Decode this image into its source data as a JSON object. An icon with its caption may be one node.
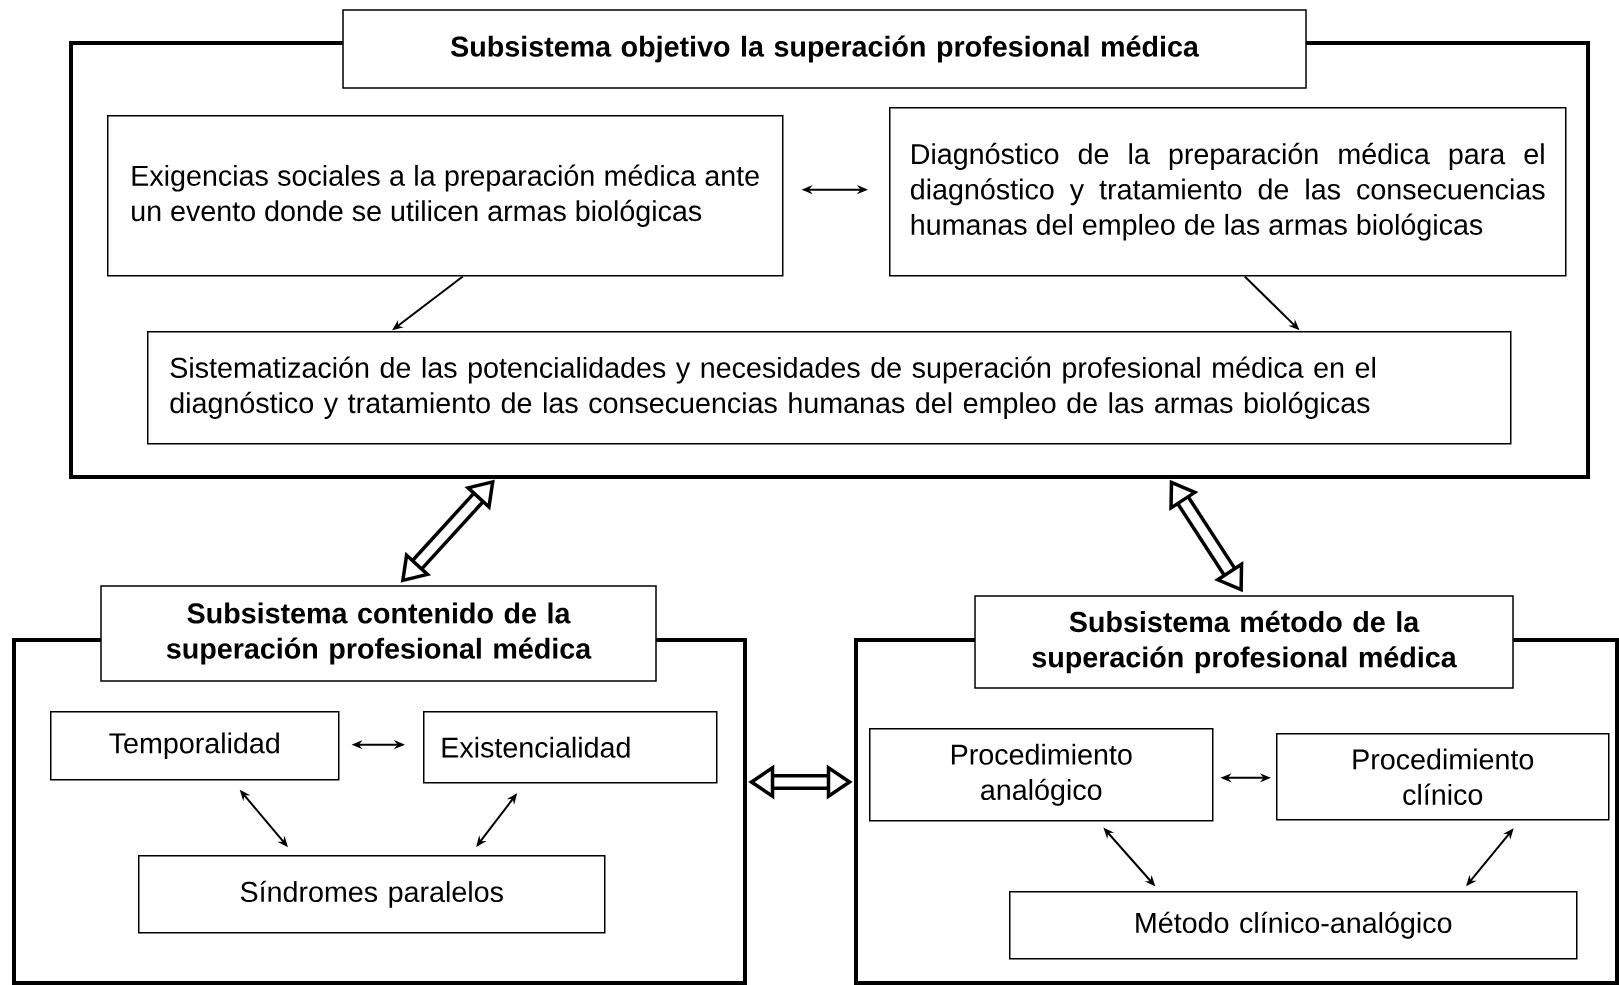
{
  "diagram": {
    "nodes": [
      {
        "text": [
          "Subsistema objetivo la superación profesional médica"
        ]
      },
      {
        "text": [
          "Exigencias sociales a la preparación médica ante un evento donde se utilicen armas biológicas"
        ],
        "in": 0
      },
      {
        "text": [
          "Diagnóstico de la preparación médica para el diagnóstico y tratamiento de las consecuencias humanas del empleo de las armas biológicas"
        ],
        "in": 0
      },
      {
        "text": [
          "Sistematización de las potencialidades y necesidades de superación profesional médica en el diagnóstico y tratamiento de las consecuencias humanas del empleo de las armas biológicas"
        ],
        "in": 0
      },
      {
        "text": [
          "Subsistema contenido de la superación profesional médica"
        ]
      },
      {
        "text": [
          "Temporalidad"
        ],
        "in": 4
      },
      {
        "text": [
          "Existencialidad"
        ],
        "in": 4
      },
      {
        "text": [
          "Síndromes paralelos"
        ],
        "in": 4
      },
      {
        "text": [
          "Subsistema método de la superación profesional médica"
        ]
      },
      {
        "text": [
          "Procedimiento analógico"
        ],
        "in": 8
      },
      {
        "text": [
          "Procedimiento clínico"
        ],
        "in": 8
      },
      {
        "text": [
          "Método clínico-analógico"
        ],
        "in": 8
      }
    ],
    "edges": [
      {
        "from": 1,
        "to": 2,
        "arrow": "both"
      },
      {
        "from": 1,
        "to": 3,
        "arrow": "to"
      },
      {
        "from": 2,
        "to": 3,
        "arrow": "to"
      },
      {
        "from": 5,
        "to": 6,
        "arrow": "both"
      },
      {
        "from": 5,
        "to": 7,
        "arrow": "both"
      },
      {
        "from": 6,
        "to": 7,
        "arrow": "both"
      },
      {
        "from": 9,
        "to": 10,
        "arrow": "both"
      },
      {
        "from": 9,
        "to": 11,
        "arrow": "both"
      },
      {
        "from": 10,
        "to": 11,
        "arrow": "both"
      },
      {
        "from": 0,
        "to": 4,
        "arrow": "both",
        "style": "thick"
      },
      {
        "from": 0,
        "to": 8,
        "arrow": "both",
        "style": "thick"
      },
      {
        "from": 4,
        "to": 8,
        "arrow": "both",
        "style": "thick"
      }
    ]
  }
}
